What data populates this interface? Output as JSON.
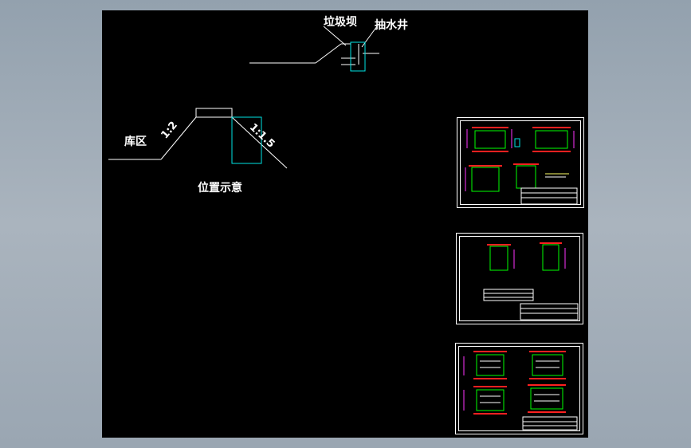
{
  "diagram": {
    "labels": {
      "dam": "垃圾坝",
      "well": "抽水井",
      "reservoir": "库区",
      "slope_left": "1:2",
      "slope_right": "1:1.5",
      "caption": "位置示意"
    },
    "colors": {
      "background": "#000000",
      "line": "#ffffff",
      "well_outline": "#00e5e5",
      "rebar": "#ff2020",
      "dim": "#ff33ff",
      "green": "#00ff00",
      "outer_frame": "#9aa6b2"
    },
    "sheets": [
      {
        "id": "sheet-1",
        "kind": "plan-sections"
      },
      {
        "id": "sheet-2",
        "kind": "sections-table"
      },
      {
        "id": "sheet-3",
        "kind": "reinforcement-plans"
      }
    ]
  }
}
